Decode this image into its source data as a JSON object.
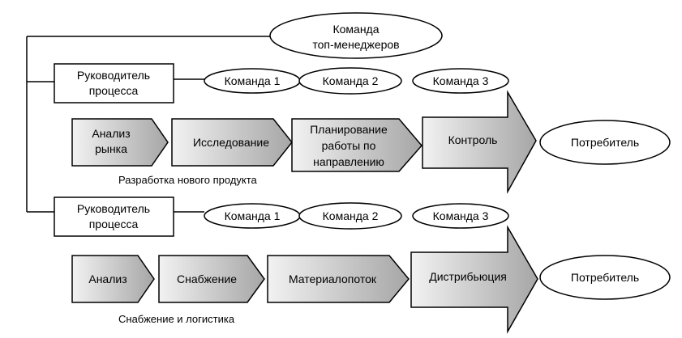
{
  "top_team": {
    "line1": "Команда",
    "line2": "топ-менеджеров"
  },
  "process_1": {
    "manager": {
      "line1": "Руководитель",
      "line2": "процесса"
    },
    "teams": [
      "Команда 1",
      "Команда 2",
      "Команда 3"
    ],
    "steps": [
      {
        "lines": [
          "Анализ",
          "рынка"
        ]
      },
      {
        "lines": [
          "Исследование"
        ]
      },
      {
        "lines": [
          "Планирование",
          "работы по",
          "направлению"
        ]
      },
      {
        "lines": [
          "Контроль"
        ]
      }
    ],
    "consumer": "Потребитель",
    "caption": "Разработка нового продукта"
  },
  "process_2": {
    "manager": {
      "line1": "Руководитель",
      "line2": "процесса"
    },
    "teams": [
      "Команда 1",
      "Команда 2",
      "Команда 3"
    ],
    "steps": [
      {
        "lines": [
          "Анализ"
        ]
      },
      {
        "lines": [
          "Снабжение"
        ]
      },
      {
        "lines": [
          "Материалопоток"
        ]
      },
      {
        "lines": [
          "Дистрибьюция"
        ]
      }
    ],
    "consumer": "Потребитель",
    "caption": "Снабжение и логистика"
  },
  "colors": {
    "arrow_light": "#f2f2f2",
    "arrow_dark": "#a6a6a6",
    "stroke": "#000000"
  }
}
